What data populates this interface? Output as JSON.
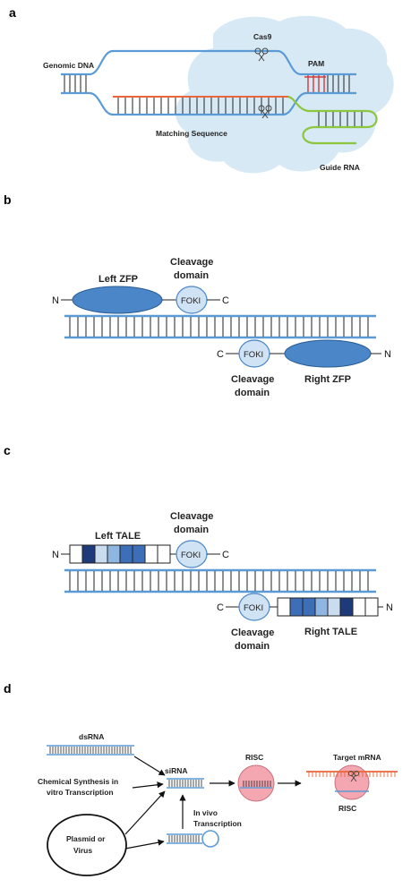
{
  "panels": {
    "a": {
      "letter": "a",
      "labels": {
        "cas9": "Cas9",
        "genomic_dna": "Genomic DNA",
        "pam": "PAM",
        "matching_sequence": "Matching Sequence",
        "guide_rna": "Guide RNA"
      }
    },
    "b": {
      "letter": "b",
      "left_label": "Left ZFP",
      "right_label": "Right ZFP",
      "cleavage_top_1": "Cleavage",
      "cleavage_top_2": "domain",
      "cleavage_bottom_1": "Cleavage",
      "cleavage_bottom_2": "domain",
      "foki_top": "FOKI",
      "foki_bottom": "FOKI",
      "n_left": "N",
      "c_left": "C",
      "c_right": "C",
      "n_right": "N"
    },
    "c": {
      "letter": "c",
      "left_label": "Left TALE",
      "right_label": "Right TALE",
      "cleavage_top_1": "Cleavage",
      "cleavage_top_2": "domain",
      "cleavage_bottom_1": "Cleavage",
      "cleavage_bottom_2": "domain",
      "foki_top": "FOKI",
      "foki_bottom": "FOKI",
      "n_left": "N",
      "c_left": "C",
      "c_right": "C",
      "n_right": "N"
    },
    "d": {
      "letter": "d",
      "dsrna": "dsRNA",
      "chem_1": "Chemical Synthesis in",
      "chem_2": "vitro Transcription",
      "plasmid_1": "Plasmid or",
      "plasmid_2": "Virus",
      "sirna": "siRNA",
      "invivo_1": "In vivo",
      "invivo_2": "Transcription",
      "risc_top": "RISC",
      "target_mrna": "Target mRNA",
      "risc_bottom": "RISC"
    }
  },
  "colors": {
    "dna_blue": "#5b9bd5",
    "rna_orange": "#e8663a",
    "guide_green": "#8cc63f",
    "pam_red": "#d43a3a",
    "cloud": "#d6e9f5",
    "zfp_fill": "#4a86c8",
    "foki_fill": "#cfe3f4",
    "tale_dark": "#1f3a7a",
    "tale_mid": "#3d6fb8",
    "tale_light": "#8fb6e0",
    "tale_pale": "#c9dcf0",
    "risc_pink": "#f4a7b0"
  }
}
